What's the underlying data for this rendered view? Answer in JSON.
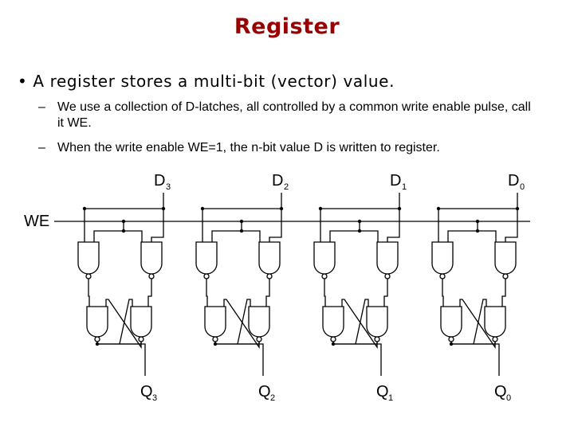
{
  "slide": {
    "title": "Register",
    "bullet": "• A register stores a multi-bit (vector) value.",
    "subbullets": [
      {
        "dash": "–",
        "text": "We use a collection of D-latches, all controlled by a common write enable pulse, call it WE."
      },
      {
        "dash": "–",
        "text": "When the write enable WE=1, the n-bit value D is written to register."
      }
    ]
  },
  "diagram": {
    "we_label": "WE",
    "stages": [
      {
        "in_letter": "D",
        "in_sub": "3",
        "out_letter": "Q",
        "out_sub": "3"
      },
      {
        "in_letter": "D",
        "in_sub": "2",
        "out_letter": "Q",
        "out_sub": "2"
      },
      {
        "in_letter": "D",
        "in_sub": "1",
        "out_letter": "Q",
        "out_sub": "1"
      },
      {
        "in_letter": "D",
        "in_sub": "0",
        "out_letter": "Q",
        "out_sub": "0"
      }
    ]
  }
}
